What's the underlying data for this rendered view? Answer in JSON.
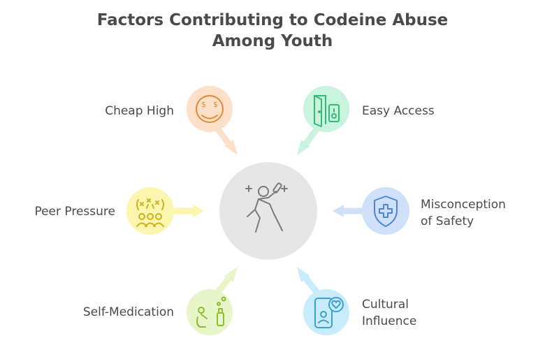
{
  "title": {
    "line1": "Factors Contributing to Codeine Abuse",
    "line2": "Among Youth"
  },
  "center": {
    "icon": "person-drinking-icon",
    "color": "#e6e6e6"
  },
  "factors": [
    {
      "id": "cheap-high",
      "lines": [
        "Cheap High"
      ],
      "icon": "smiley-dollar-eyes-icon",
      "color": "#fde0c8",
      "stroke": "#e08a3c"
    },
    {
      "id": "easy-access",
      "lines": [
        "Easy Access"
      ],
      "icon": "door-key-icon",
      "color": "#c8f3dc",
      "stroke": "#36b87a"
    },
    {
      "id": "misconception-of-safety",
      "lines": [
        "Misconception",
        "of Safety"
      ],
      "icon": "shield-cross-icon",
      "color": "#cfe0fb",
      "stroke": "#4f83d8"
    },
    {
      "id": "cultural-influence",
      "lines": [
        "Cultural",
        "Influence"
      ],
      "icon": "phone-heart-icon",
      "color": "#c7ecfb",
      "stroke": "#3d9fd2"
    },
    {
      "id": "self-medication",
      "lines": [
        "Self-Medication"
      ],
      "icon": "person-bottle-icon",
      "color": "#e8f5c8",
      "stroke": "#8bbf2e"
    },
    {
      "id": "peer-pressure",
      "lines": [
        "Peer Pressure"
      ],
      "icon": "group-people-icon",
      "color": "#fbf5b0",
      "stroke": "#c9b420"
    }
  ]
}
